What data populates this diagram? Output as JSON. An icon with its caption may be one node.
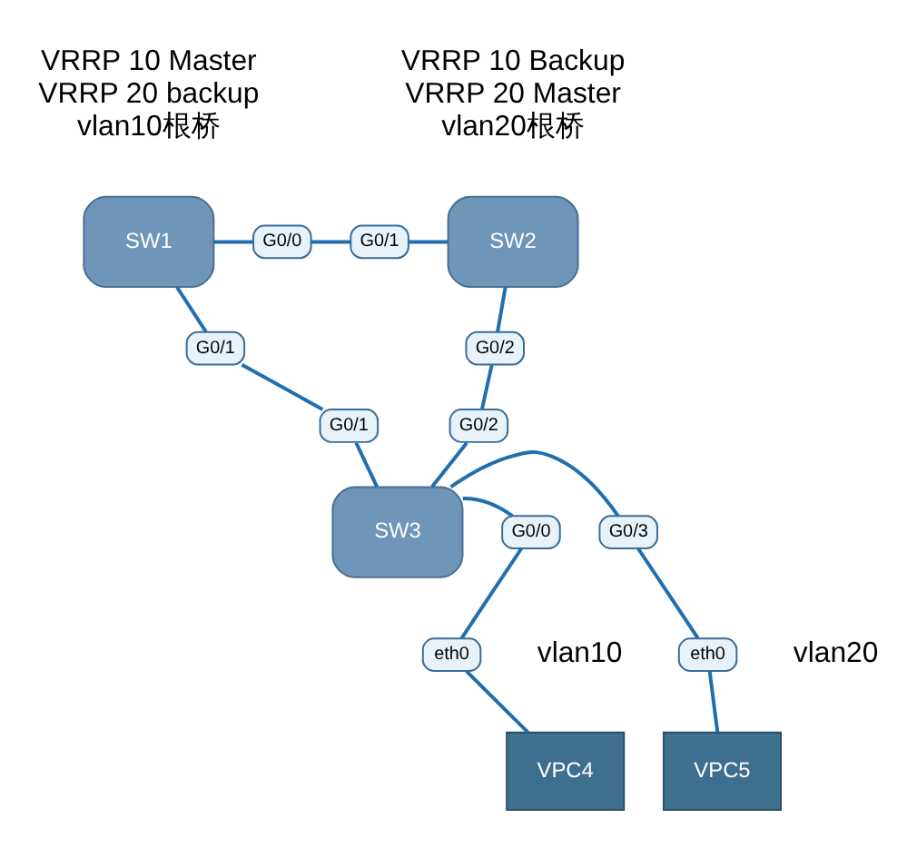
{
  "diagram": {
    "nodes": [
      {
        "text": [
          "SW1"
        ],
        "beside": [
          "VRRP 10 Master",
          "VRRP 20 backup",
          "vlan10根桥"
        ]
      },
      {
        "text": [
          "SW2"
        ],
        "beside": [
          "VRRP 10 Backup",
          "VRRP 20 Master",
          "vlan20根桥"
        ]
      },
      {
        "text": [
          "SW3"
        ]
      },
      {
        "text": [
          "VPC4"
        ],
        "beside": [
          "vlan10"
        ]
      },
      {
        "text": [
          "VPC5"
        ],
        "beside": [
          "vlan20"
        ]
      },
      {
        "text": [
          "G0/0"
        ]
      },
      {
        "text": [
          "G0/1"
        ]
      },
      {
        "text": [
          "G0/1"
        ]
      },
      {
        "text": [
          "G0/1"
        ]
      },
      {
        "text": [
          "G0/2"
        ]
      },
      {
        "text": [
          "G0/2"
        ]
      },
      {
        "text": [
          "G0/0"
        ]
      },
      {
        "text": [
          "eth0"
        ]
      },
      {
        "text": [
          "G0/3"
        ]
      },
      {
        "text": [
          "eth0"
        ]
      }
    ],
    "edges": [
      {
        "from": 0,
        "to": 5,
        "arrow": "none"
      },
      {
        "from": 5,
        "to": 6,
        "arrow": "none"
      },
      {
        "from": 6,
        "to": 1,
        "arrow": "none"
      },
      {
        "from": 0,
        "to": 7,
        "arrow": "none"
      },
      {
        "from": 7,
        "to": 8,
        "arrow": "none"
      },
      {
        "from": 8,
        "to": 2,
        "arrow": "none"
      },
      {
        "from": 1,
        "to": 9,
        "arrow": "none"
      },
      {
        "from": 9,
        "to": 10,
        "arrow": "none"
      },
      {
        "from": 10,
        "to": 2,
        "arrow": "none"
      },
      {
        "from": 2,
        "to": 11,
        "arrow": "none"
      },
      {
        "from": 11,
        "to": 12,
        "arrow": "none"
      },
      {
        "from": 12,
        "to": 3,
        "arrow": "none"
      },
      {
        "from": 2,
        "to": 13,
        "arrow": "none"
      },
      {
        "from": 13,
        "to": 14,
        "arrow": "none"
      },
      {
        "from": 14,
        "to": 4,
        "arrow": "none"
      }
    ]
  }
}
